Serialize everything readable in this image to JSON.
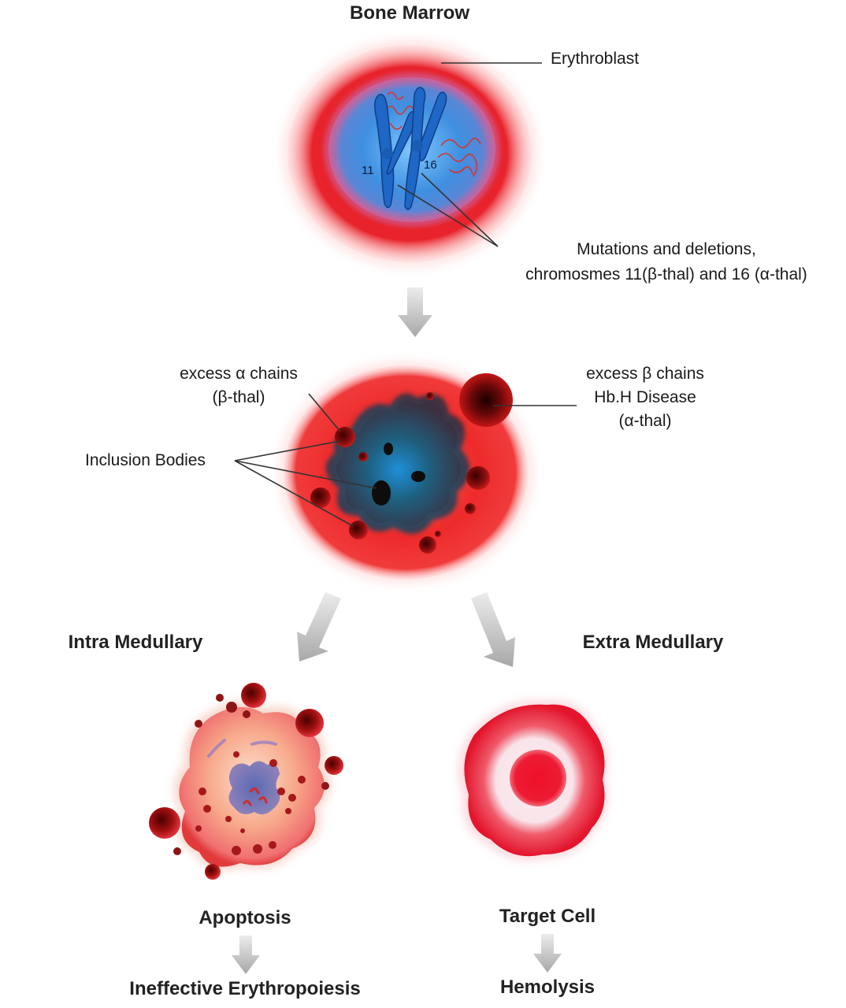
{
  "labels": {
    "bone_marrow": "Bone Marrow",
    "erythroblast": "Erythroblast",
    "chromosome_11": "11",
    "chromosome_16": "16",
    "mutations_line1": "Mutations and deletions,",
    "mutations_line2": "chromosmes 11(β-thal) and 16 (α-thal)",
    "excess_alpha_line1": "excess α chains",
    "excess_alpha_line2": "(β-thal)",
    "excess_beta_line1": "excess β chains",
    "excess_beta_line2": "Hb.H Disease",
    "excess_beta_line3": "(α-thal)",
    "inclusion_bodies": "Inclusion Bodies",
    "intra_medullary": "Intra Medullary",
    "extra_medullary": "Extra Medullary",
    "apoptosis": "Apoptosis",
    "ineffective_erythropoiesis": "Ineffective Erythropoiesis",
    "target_cell": "Target Cell",
    "hemolysis": "Hemolysis"
  },
  "colors": {
    "cell_red": "#e8222a",
    "nucleus_blue": "#3f8fe0",
    "chromosome_blue": "#1f67c6",
    "dark_nucleus": "#1c4d6b",
    "inclusion_dark": "#5a0a0a",
    "apoptotic_cytoplasm": "#f7a98a",
    "target_pale": "#f9e4ea",
    "arrow_gray": "#b8b8b8"
  }
}
